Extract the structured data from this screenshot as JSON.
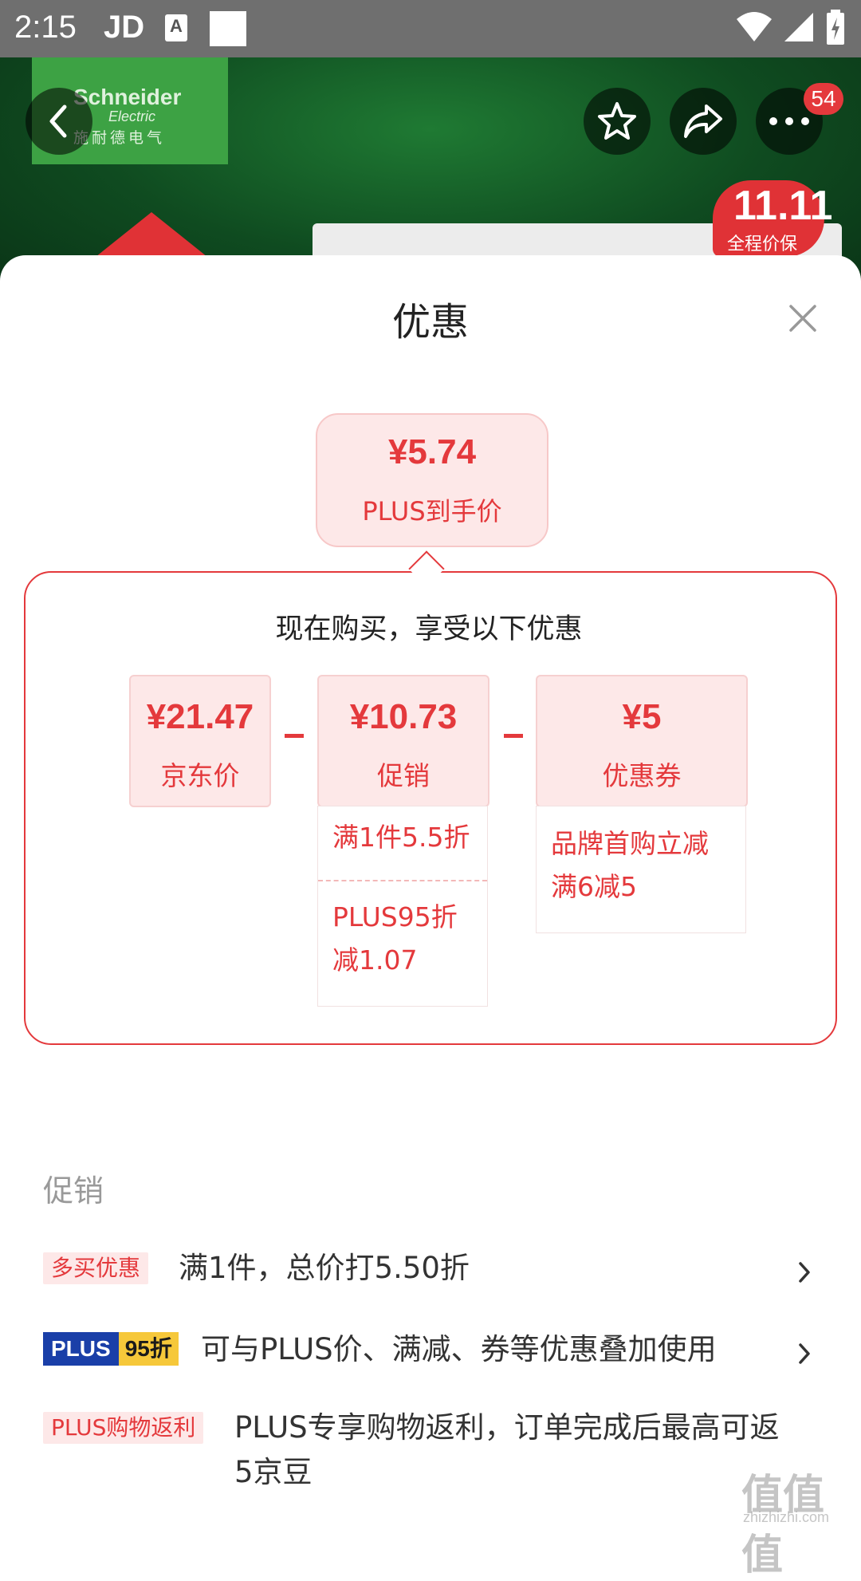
{
  "status_bar": {
    "time": "2:15",
    "app_label": "JD",
    "a_icon_text": "A"
  },
  "product_header": {
    "brand_line1": "Schneider",
    "brand_line2": "Electric",
    "brand_line3": "施耐德电气",
    "cart_badge": "54",
    "promo_badge_big": "11.11",
    "promo_badge_small": "全程价保"
  },
  "sheet": {
    "title": "优惠",
    "price_bubble": {
      "price": "¥5.74",
      "label": "PLUS到手价"
    },
    "detail_heading": "现在购买，享受以下优惠",
    "breakdown": [
      {
        "value": "¥21.47",
        "label": "京东价"
      },
      {
        "value": "¥10.73",
        "label": "促销"
      },
      {
        "value": "¥5",
        "label": "优惠券"
      }
    ],
    "promo_sub_items": [
      "满1件5.5折",
      "PLUS95折",
      "减1.07"
    ],
    "coupon_sub_items": [
      "品牌首购立减",
      "满6减5"
    ],
    "section_label": "促销",
    "promos": [
      {
        "tag": "多买优惠",
        "text": "满1件，总价打5.50折"
      },
      {
        "tag_left": "PLUS",
        "tag_right": "95折",
        "text": "可与PLUS价、满减、券等优惠叠加使用"
      },
      {
        "tag": "PLUS购物返利",
        "text_line1": "PLUS专享购物返利，订单完成后最高可返",
        "text_line2": "5京豆"
      }
    ]
  },
  "watermark": {
    "main": "值值值",
    "sub": "zhizhizhi.com"
  },
  "colors": {
    "accent": "#e4393c",
    "accent_light": "#fde8e8",
    "plus_blue": "#1a3fa8",
    "plus_gold": "#f6c83a",
    "status_bar": "#6f6f6f"
  }
}
